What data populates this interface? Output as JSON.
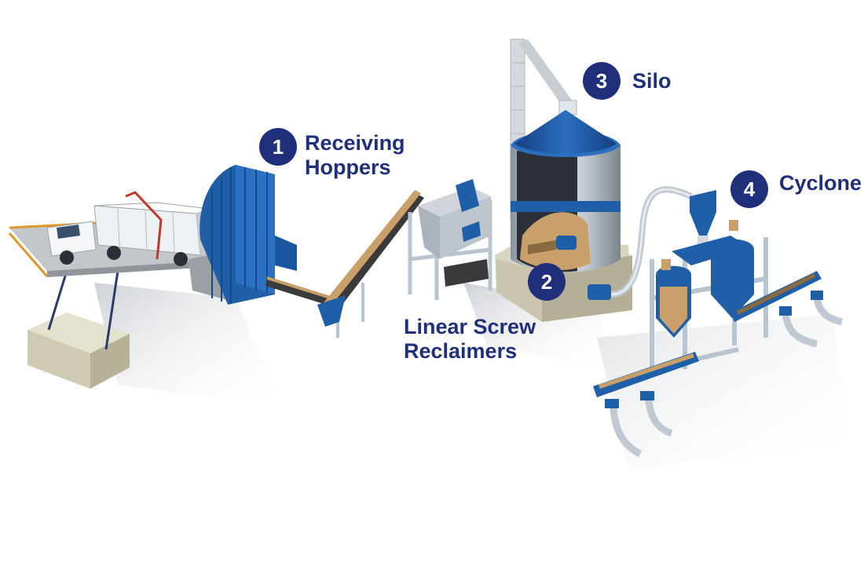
{
  "stages": [
    {
      "number": "1",
      "label": "Receiving\nHoppers"
    },
    {
      "number": "2",
      "label": "Linear Screw\nReclaimers"
    },
    {
      "number": "3",
      "label": "Silo"
    },
    {
      "number": "4",
      "label": "Cyclone"
    }
  ],
  "colors": {
    "brand": "#1f2f7a",
    "equipment": "#1f5fa8",
    "material": "#c9a06a",
    "structure": "#b8c4d0"
  }
}
